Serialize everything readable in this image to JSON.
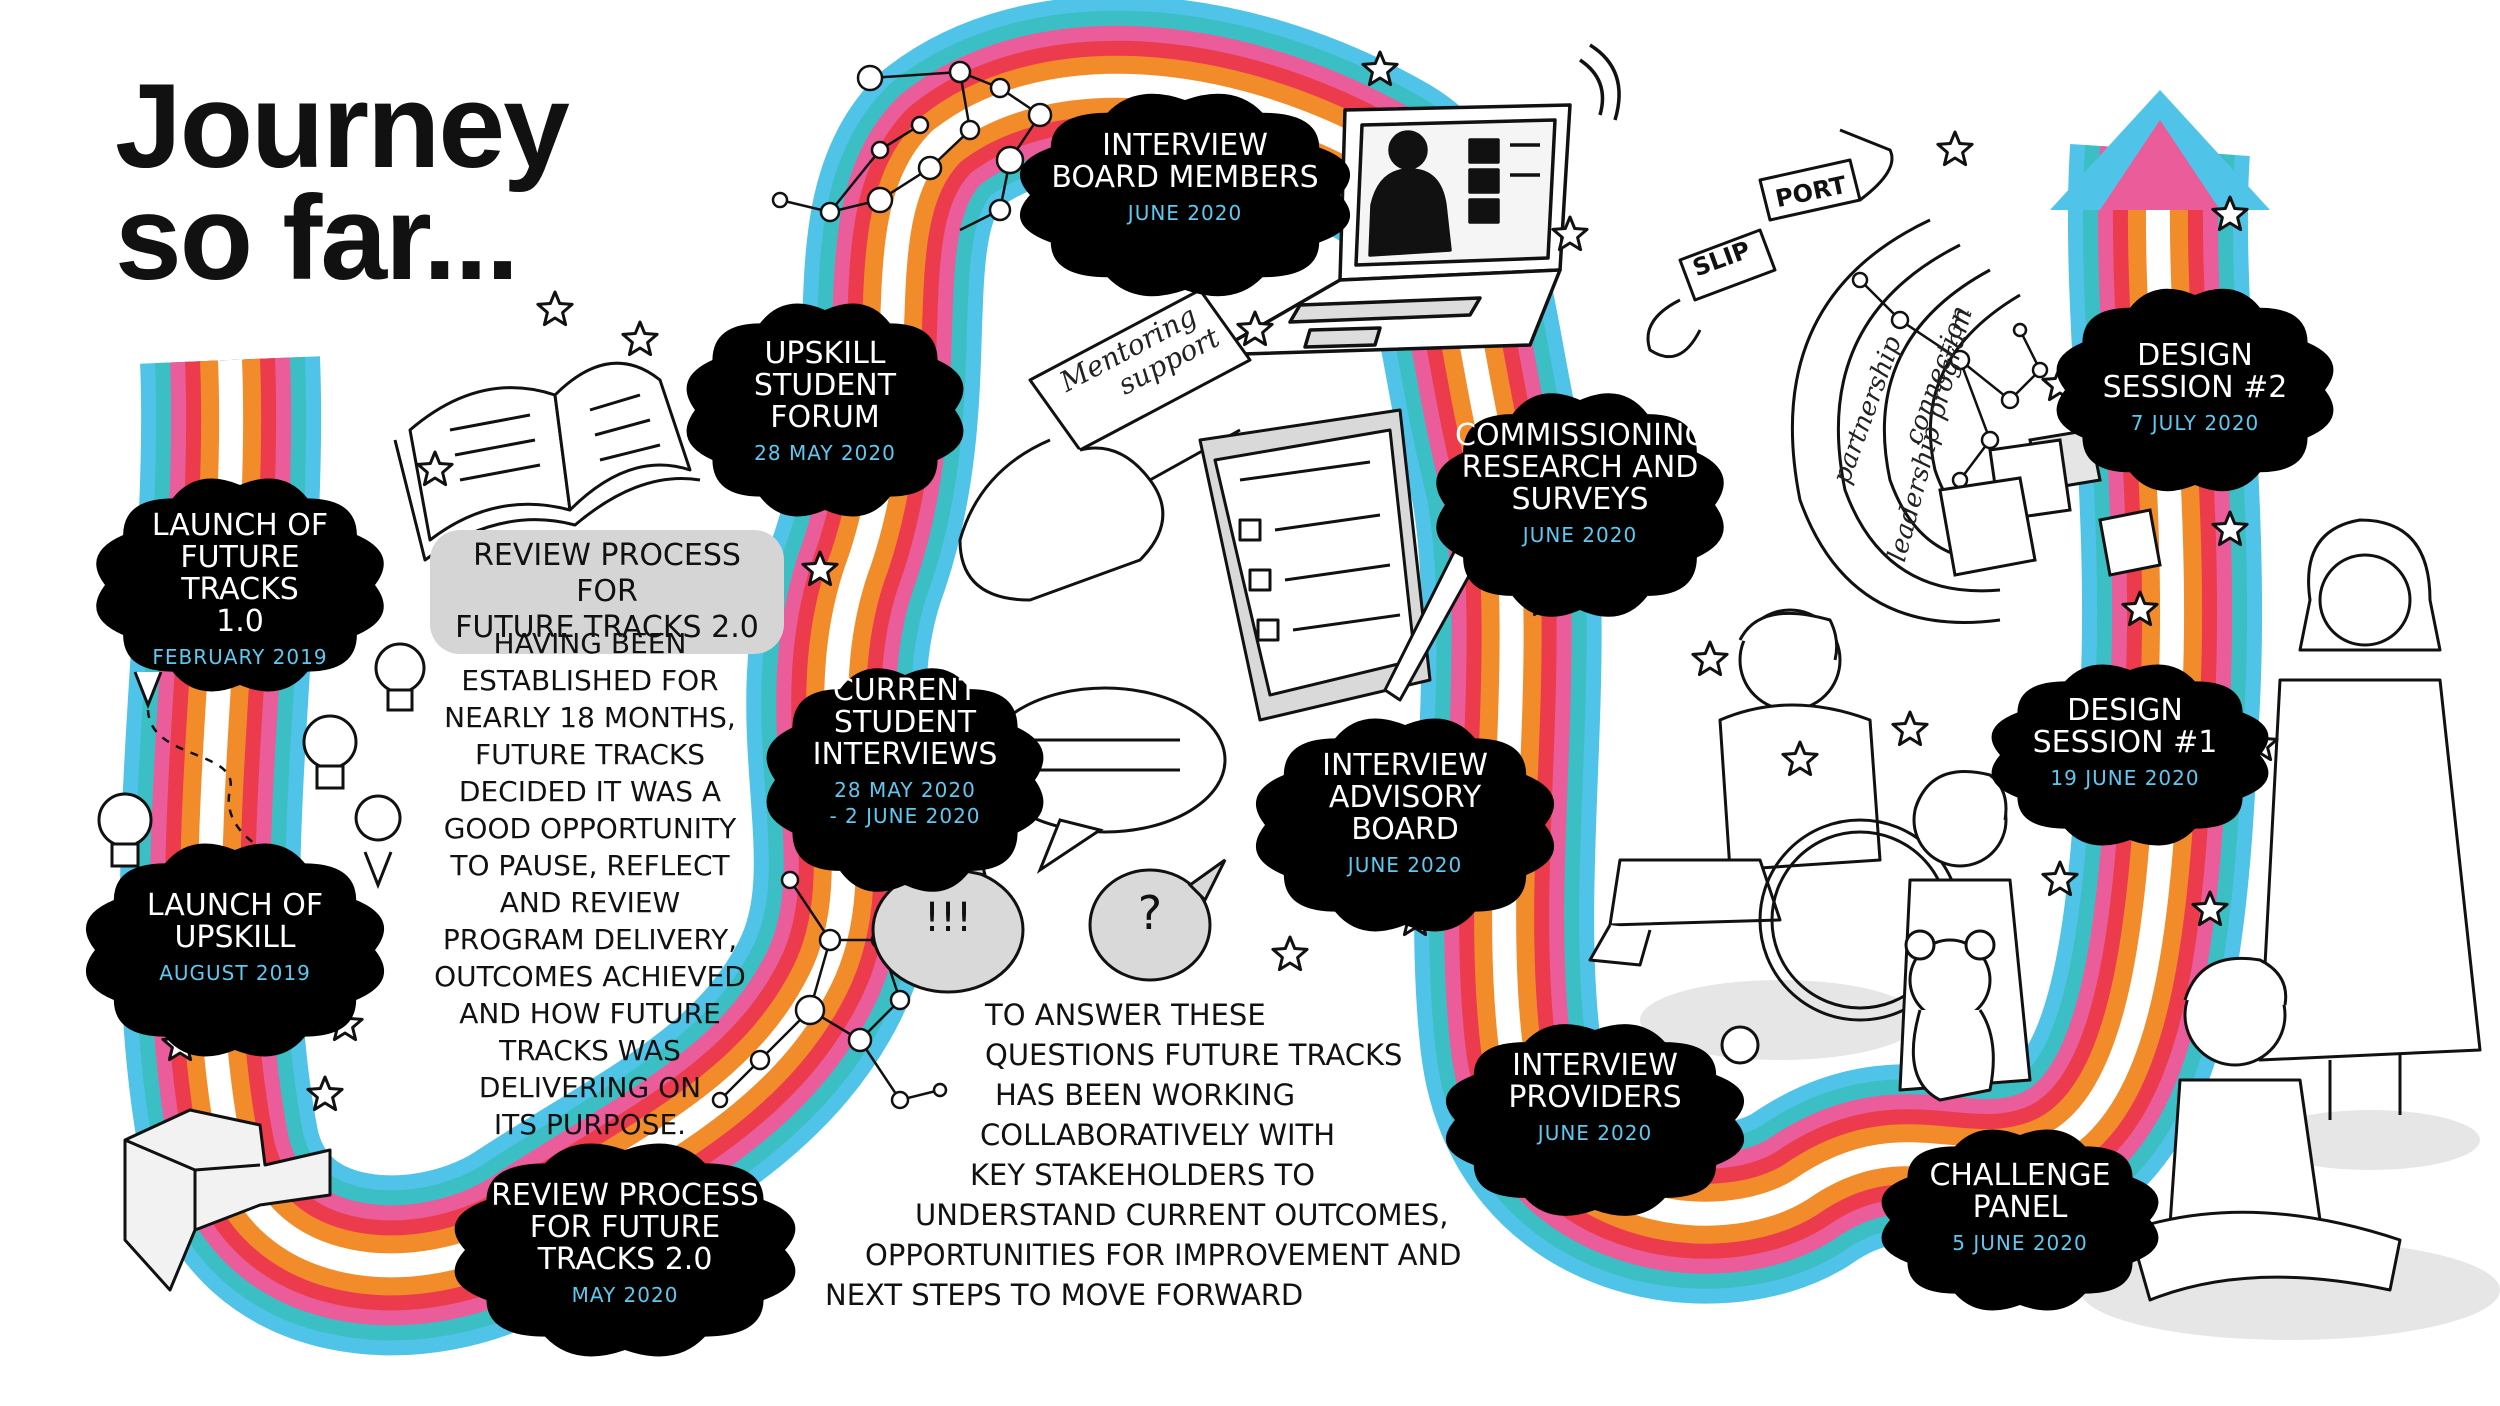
{
  "title": {
    "line1": "Journey",
    "line2": "so far..."
  },
  "colors": {
    "blue": "#4fc3e8",
    "teal": "#3bbfc4",
    "pink": "#ea5c9a",
    "red": "#ec3b4d",
    "orange": "#f28c2b",
    "milestone_fill": "#000000",
    "date_text": "#5fc8f0"
  },
  "milestones": [
    {
      "id": "launch-future-tracks",
      "label": [
        "LAUNCH of",
        "FUTURE TRACKS",
        "1.0"
      ],
      "date": "FEBRUARY 2019"
    },
    {
      "id": "launch-upskill",
      "label": [
        "LAUNCH of",
        "UPSKILL"
      ],
      "date": "AUGUST 2019"
    },
    {
      "id": "review-process",
      "label": [
        "REVIEW PROCESS",
        "for FUTURE",
        "TRACKS 2.0"
      ],
      "date": "MAY 2020"
    },
    {
      "id": "current-student-interviews",
      "label": [
        "CURRENT",
        "STUDENT",
        "INTERVIEWS"
      ],
      "date_lines": [
        "28 MAY 2020",
        "- 2 JUNE 2020"
      ]
    },
    {
      "id": "upskill-student-forum",
      "label": [
        "UPSKILL",
        "STUDENT",
        "FORUM"
      ],
      "date": "28 MAY 2020"
    },
    {
      "id": "interview-board-members",
      "label": [
        "INTERVIEW",
        "BOARD MEMBERS"
      ],
      "date": "JUNE 2020"
    },
    {
      "id": "interview-advisory-board",
      "label": [
        "INTERVIEW",
        "ADVISORY",
        "BOARD"
      ],
      "date": "JUNE 2020"
    },
    {
      "id": "commissioning-research",
      "label": [
        "COMMISSIONING",
        "RESEARCH and",
        "SURVEYS"
      ],
      "date": "JUNE 2020"
    },
    {
      "id": "interview-providers",
      "label": [
        "INTERVIEW",
        "PROVIDERS"
      ],
      "date": "JUNE 2020"
    },
    {
      "id": "challenge-panel",
      "label": [
        "CHALLENGE",
        "PANEL"
      ],
      "date": "5 JUNE 2020"
    },
    {
      "id": "design-session-1",
      "label": [
        "DESIGN",
        "SESSION #1"
      ],
      "date": "19 JUNE 2020"
    },
    {
      "id": "design-session-2",
      "label": [
        "DESIGN",
        "SESSION #2"
      ],
      "date": "7 JULY 2020"
    }
  ],
  "review_heading": [
    "REVIEW PROCESS for",
    "FUTURE TRACKS 2.0"
  ],
  "review_body": [
    "HAVING BEEN",
    "ESTABLISHED for",
    "NEARLY 18 MONTHS,",
    "FUTURE TRACKS",
    "DECIDED it WAS a",
    "GOOD OPPORTUNITY",
    "to PAUSE, REFLECT",
    "and REVIEW",
    "PROGRAM DELIVERY,",
    "OUTCOMES ACHIEVED",
    "and HOW FUTURE",
    "TRACKS was",
    "DELIVERING on",
    "its PURPOSE."
  ],
  "answer_text": [
    "To ANSWER these",
    "QUESTIONS FUTURE TRACKS",
    "has been WORKING",
    "COLLABORATIVELY with",
    "KEY STAKEHOLDERS to",
    "UNDERSTAND CURRENT OUTCOMES,",
    "OPPORTUNITIES for IMPROVEMENT and",
    "NEXT STEPS to MOVE FORWARD"
  ],
  "card_text": [
    "Mentoring",
    "support"
  ],
  "sign_slip": "SLIP",
  "sign_port": "PORT",
  "speech_marks": [
    "!!!",
    "?"
  ],
  "arc_labels": [
    "partnership",
    "leadership program",
    "connection"
  ]
}
